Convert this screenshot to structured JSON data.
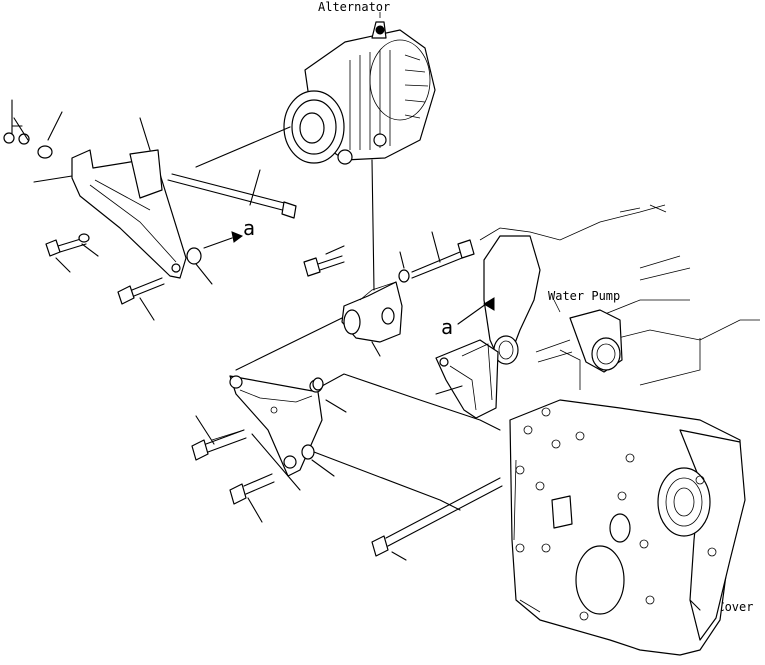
{
  "labels": {
    "alternator": "Alternator",
    "water_pump": "Water Pump",
    "front_cover": "Front Cover",
    "ref_a_left": "a",
    "ref_a_right": "a"
  }
}
